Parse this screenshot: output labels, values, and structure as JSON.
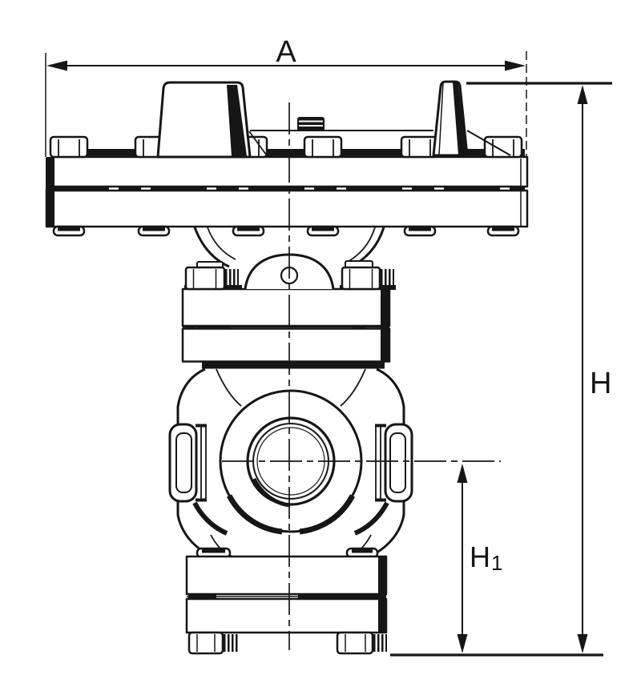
{
  "drawing": {
    "type": "technical-drawing",
    "subject": "flanged valve front elevation with dimension lines",
    "labels": {
      "width_dim": "A",
      "overall_height_dim": "H",
      "center_height_dim_main": "H",
      "center_height_dim_sub": "1"
    },
    "colors": {
      "ink": "#161616",
      "background": "#ffffff"
    }
  }
}
